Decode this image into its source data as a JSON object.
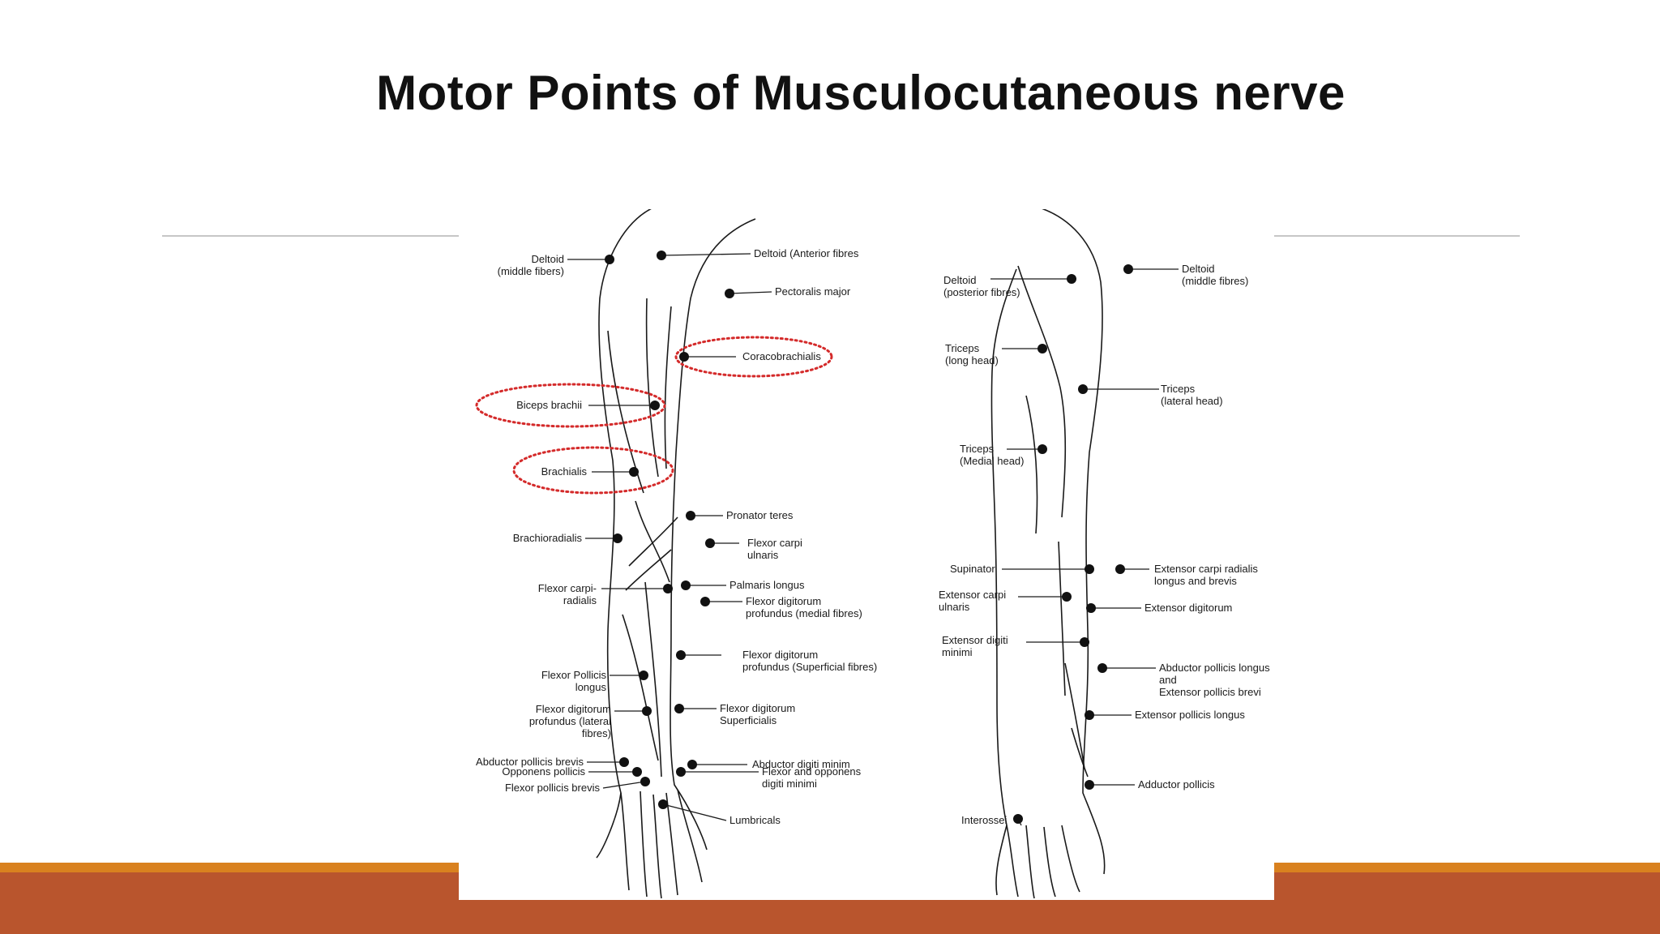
{
  "slide": {
    "title": "Motor Points of Musculocutaneous nerve"
  },
  "colors": {
    "background": "#ffffff",
    "band_gold": "#d9811f",
    "band_rust": "#b9552d",
    "rule": "#c6c6c6",
    "highlight": "#d42a2a"
  },
  "anterior": {
    "labels": [
      [
        "Deltoid",
        "(middle fibers)"
      ],
      [
        "Deltoid (Anterior fibres"
      ],
      [
        "Pectoralis major"
      ],
      [
        "Coracobrachialis"
      ],
      [
        "Biceps brachii"
      ],
      [
        "Brachialis"
      ],
      [
        "Pronator teres"
      ],
      [
        "Brachioradialis"
      ],
      [
        "Flexor carpi",
        "ulnaris"
      ],
      [
        "Flexor carpi-",
        "radialis"
      ],
      [
        "Palmaris longus"
      ],
      [
        "Flexor digitorum",
        "profundus (medial fibres)"
      ],
      [
        "Flexor digitorum",
        "profundus (Superficial fibres)"
      ],
      [
        "Flexor Pollicis",
        "longus"
      ],
      [
        "Flexor digitorum",
        "profundus (lateral",
        "fibres)"
      ],
      [
        "Flexor digitorum",
        "Superficialis"
      ],
      [
        "Abductor pollicis brevis"
      ],
      [
        "Opponens pollicis"
      ],
      [
        "Flexor pollicis brevis"
      ],
      [
        "Abductor digiti minim"
      ],
      [
        "Flexor and opponens",
        "digiti minimi"
      ],
      [
        "Lumbricals"
      ]
    ]
  },
  "posterior": {
    "labels": [
      [
        "Deltoid",
        "(posterior fibres)"
      ],
      [
        "Deltoid",
        "(middle fibres)"
      ],
      [
        "Triceps",
        "(long head)"
      ],
      [
        "Triceps",
        "(lateral head)"
      ],
      [
        "Triceps",
        "(Medial head)"
      ],
      [
        "Supinator"
      ],
      [
        "Extensor carpi radialis",
        "longus and brevis"
      ],
      [
        "Extensor carpi",
        "ulnaris"
      ],
      [
        "Extensor digitorum"
      ],
      [
        "Extensor digiti",
        "minimi"
      ],
      [
        "Abductor pollicis longus",
        "and",
        "Extensor pollicis brevi"
      ],
      [
        "Extensor pollicis longus"
      ],
      [
        "Adductor pollicis"
      ],
      [
        "Interossei"
      ]
    ]
  },
  "highlighted_muscles": [
    "Coracobrachialis",
    "Biceps brachii",
    "Brachialis"
  ]
}
